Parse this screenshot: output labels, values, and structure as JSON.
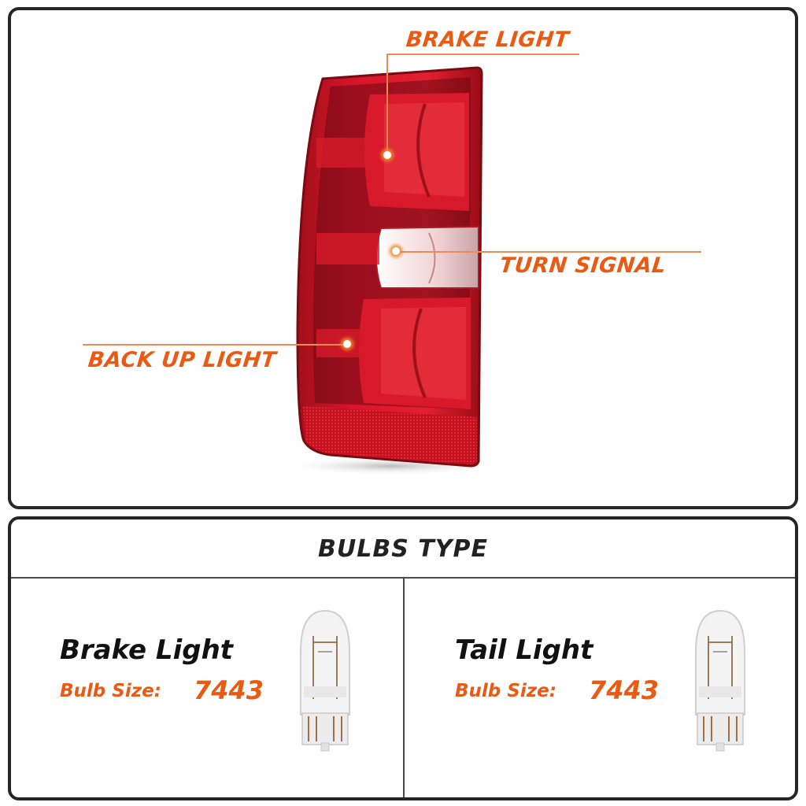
{
  "diagram": {
    "callouts": [
      {
        "id": "brake",
        "label": "BRAKE LIGHT"
      },
      {
        "id": "turn",
        "label": "TURN SIGNAL"
      },
      {
        "id": "backup",
        "label": "BACK UP LIGHT"
      }
    ],
    "accent_color": "#ea5a12",
    "product": "tail-light-assembly"
  },
  "bulbs": {
    "title": "BULBS TYPE",
    "items": [
      {
        "name": "Brake Light",
        "size_label": "Bulb Size:",
        "size_value": "7443"
      },
      {
        "name": "Tail Light",
        "size_label": "Bulb Size:",
        "size_value": "7443"
      }
    ]
  }
}
